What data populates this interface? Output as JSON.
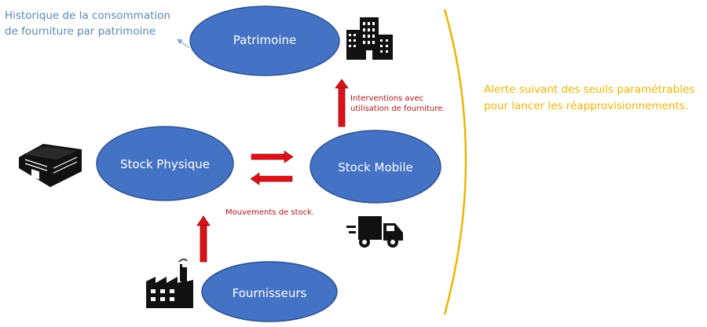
{
  "nodes": {
    "patrimoine": "Patrimoine",
    "stock_physique": "Stock Physique",
    "stock_mobile": "Stock Mobile",
    "fournisseurs": "Fournisseurs"
  },
  "notes": {
    "history_line1": "Historique de la consommation",
    "history_line2": "de fourniture par patrimoine",
    "interventions_line1": "Interventions avec",
    "interventions_line2": "utilisation de fourniture.",
    "mouvements": "Mouvements de stock.",
    "alert_line1": "Alerte suivant des seuils paramétrables",
    "alert_line2": "pour lancer les réapprovisionnements."
  },
  "colors": {
    "node_fill": "#4472c4",
    "node_stroke": "#2f528f",
    "arrow_red": "#e0101a",
    "bracket": "#f0b400",
    "history_text": "#5b87b8",
    "alert_text": "#f0b400",
    "red_text": "#b01818"
  },
  "icons": {
    "patrimoine": "office-building-icon",
    "stock_physique": "warehouse-icon",
    "stock_mobile": "delivery-truck-icon",
    "fournisseurs": "factory-icon"
  }
}
